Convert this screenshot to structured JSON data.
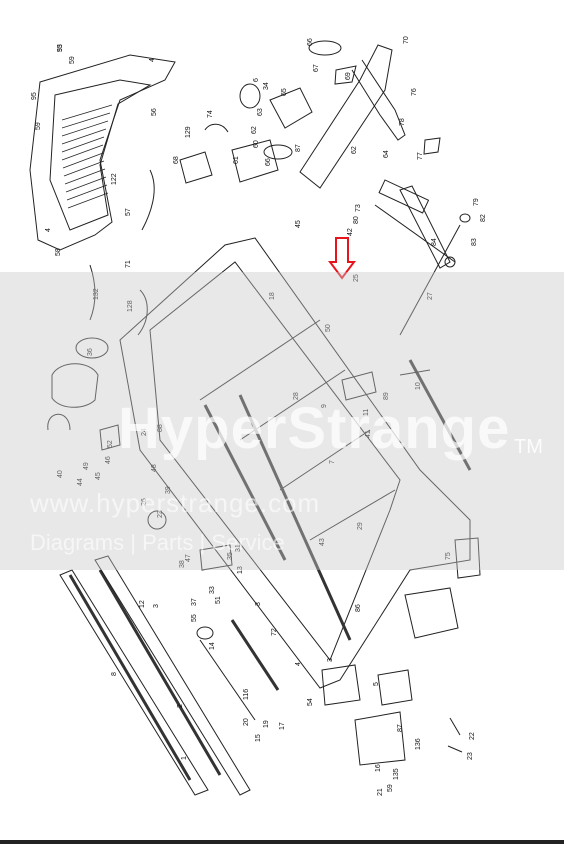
{
  "watermark": {
    "brand": "HyperStrange",
    "trademark": "TM",
    "url": "www.hyperstrange.com",
    "tagline": "Diagrams | Parts | Service"
  },
  "colors": {
    "line": "#222222",
    "highlight_arrow": "#e8141c",
    "belt": "#333333"
  },
  "diagram": {
    "part_labels": [
      "95",
      "59",
      "4",
      "56",
      "95",
      "59",
      "122",
      "57",
      "4",
      "58",
      "66",
      "67",
      "69",
      "70",
      "76",
      "78",
      "77",
      "6",
      "34",
      "65",
      "63",
      "62",
      "60",
      "74",
      "129",
      "68",
      "61",
      "66",
      "87",
      "62",
      "64",
      "79",
      "82",
      "83",
      "84",
      "80",
      "73",
      "42",
      "45",
      "71",
      "132",
      "128",
      "52",
      "36",
      "50",
      "10",
      "27",
      "88",
      "40",
      "49",
      "46",
      "45",
      "44",
      "48",
      "47",
      "35",
      "23",
      "26",
      "39",
      "38",
      "37",
      "33",
      "31",
      "116",
      "55",
      "14",
      "51",
      "12",
      "8",
      "3",
      "2",
      "1",
      "3",
      "3",
      "5",
      "87",
      "22",
      "23",
      "136",
      "135",
      "59",
      "21",
      "20",
      "19",
      "15",
      "17",
      "16",
      "18",
      "4",
      "72",
      "54",
      "28",
      "25",
      "75",
      "86",
      "89",
      "9",
      "11",
      "7",
      "13",
      "41",
      "29",
      "43",
      "24",
      "53"
    ]
  }
}
